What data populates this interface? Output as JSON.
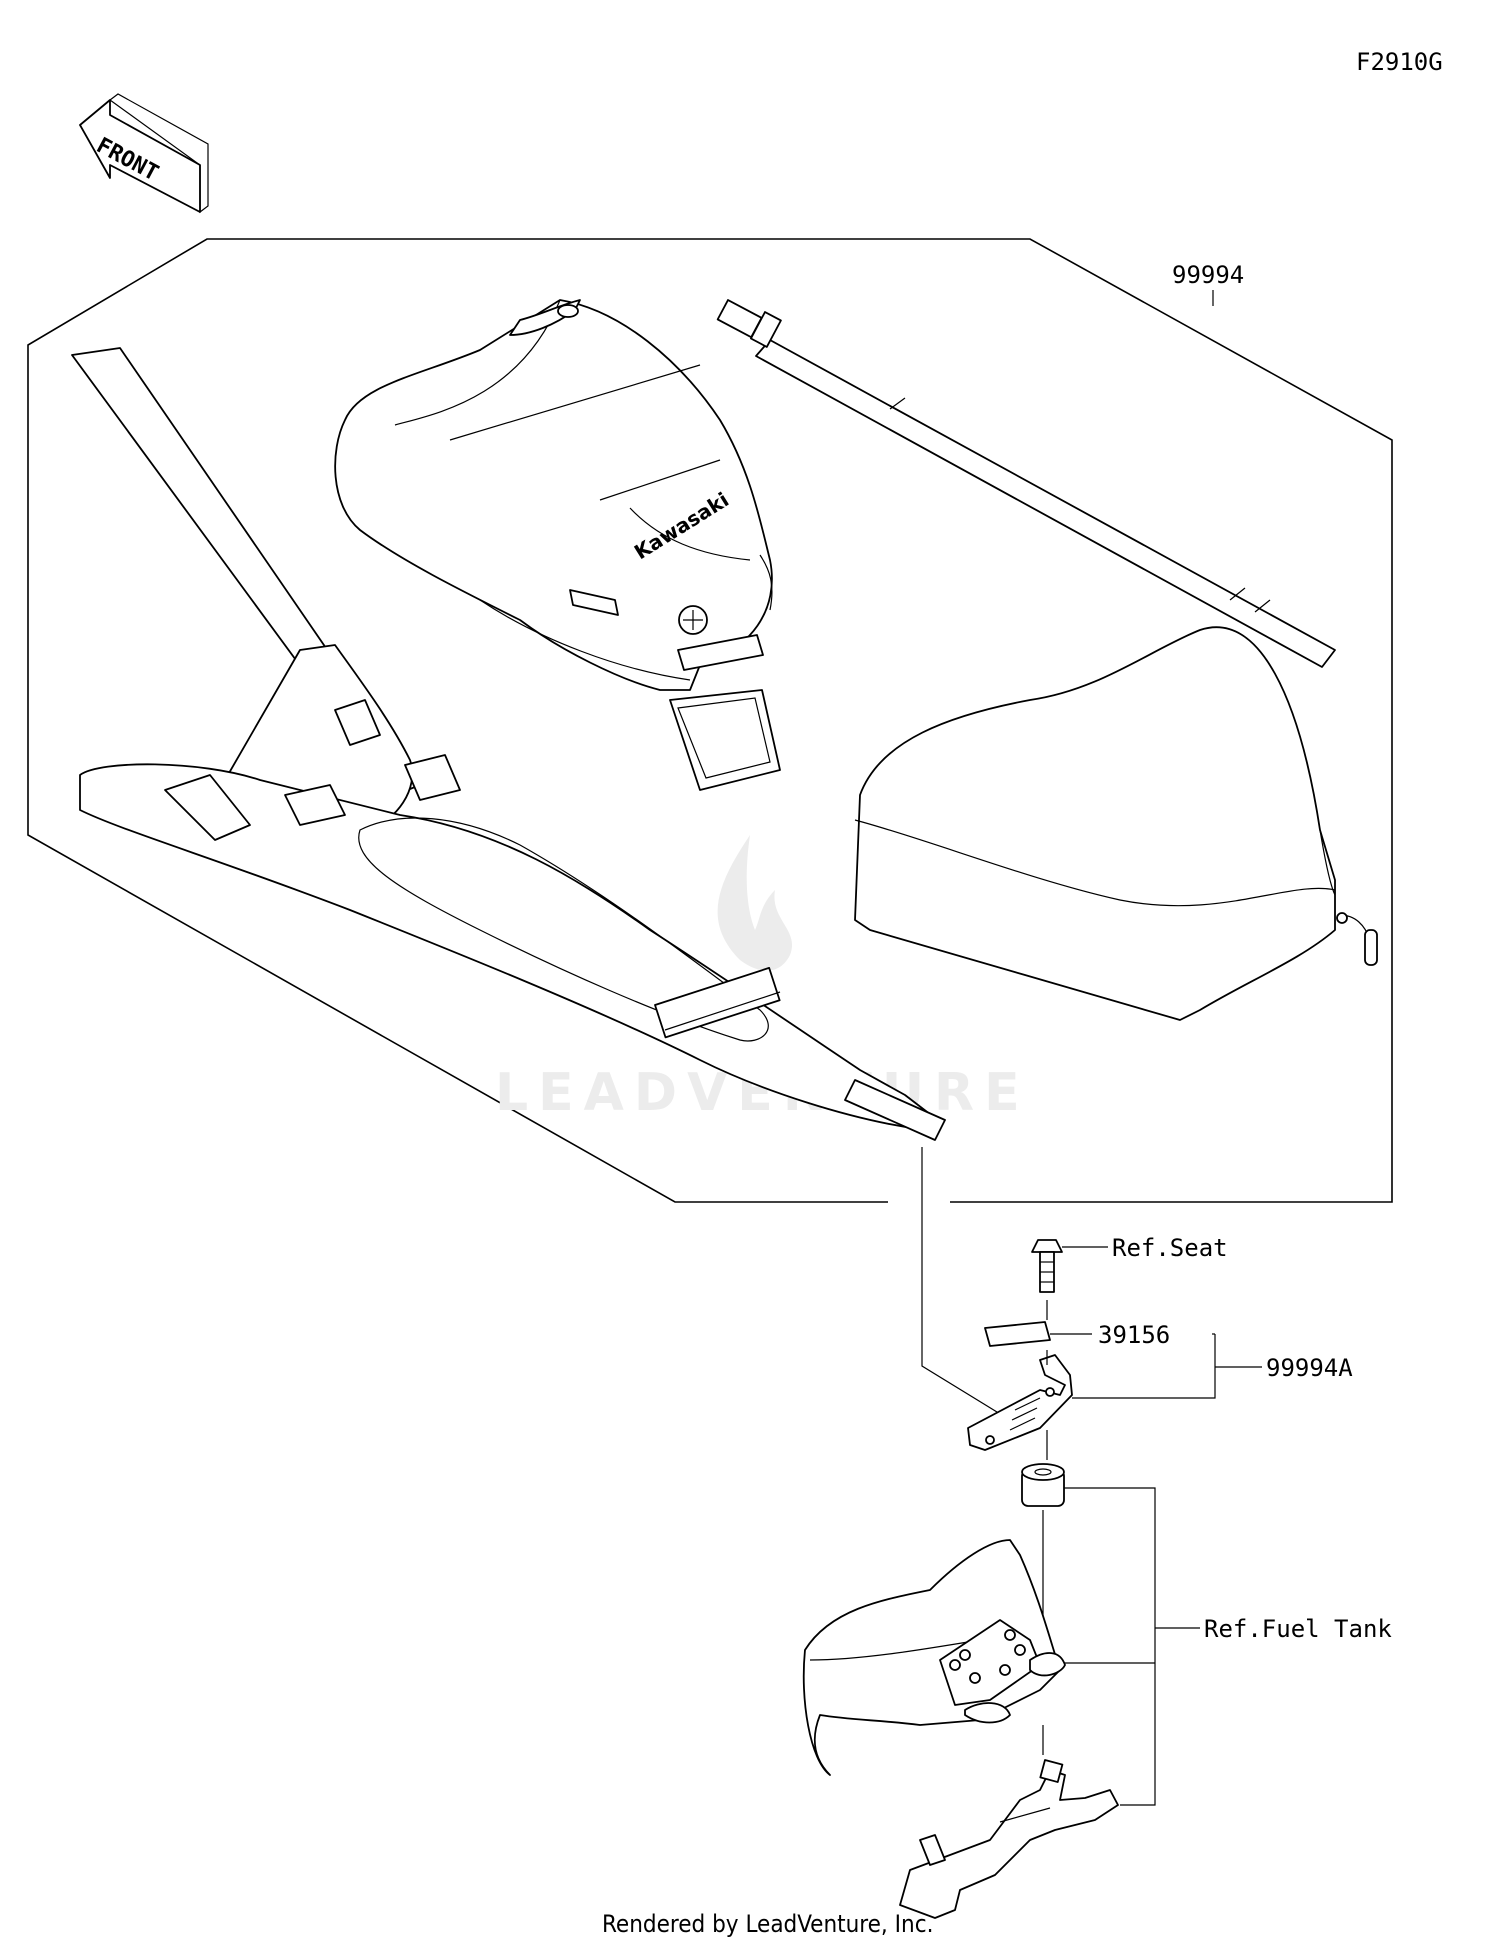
{
  "figure_code": "F2910G",
  "front_arrow_text": "FRONT",
  "watermark": "LEADVENTURE",
  "callouts": {
    "kit": "99994",
    "bracket_assy": "99994A",
    "pad": "39156",
    "ref_seat": "Ref.Seat",
    "ref_fuel_tank": "Ref.Fuel Tank"
  },
  "bag_brand": "Kawasaki",
  "footer": "Rendered by LeadVenture, Inc."
}
